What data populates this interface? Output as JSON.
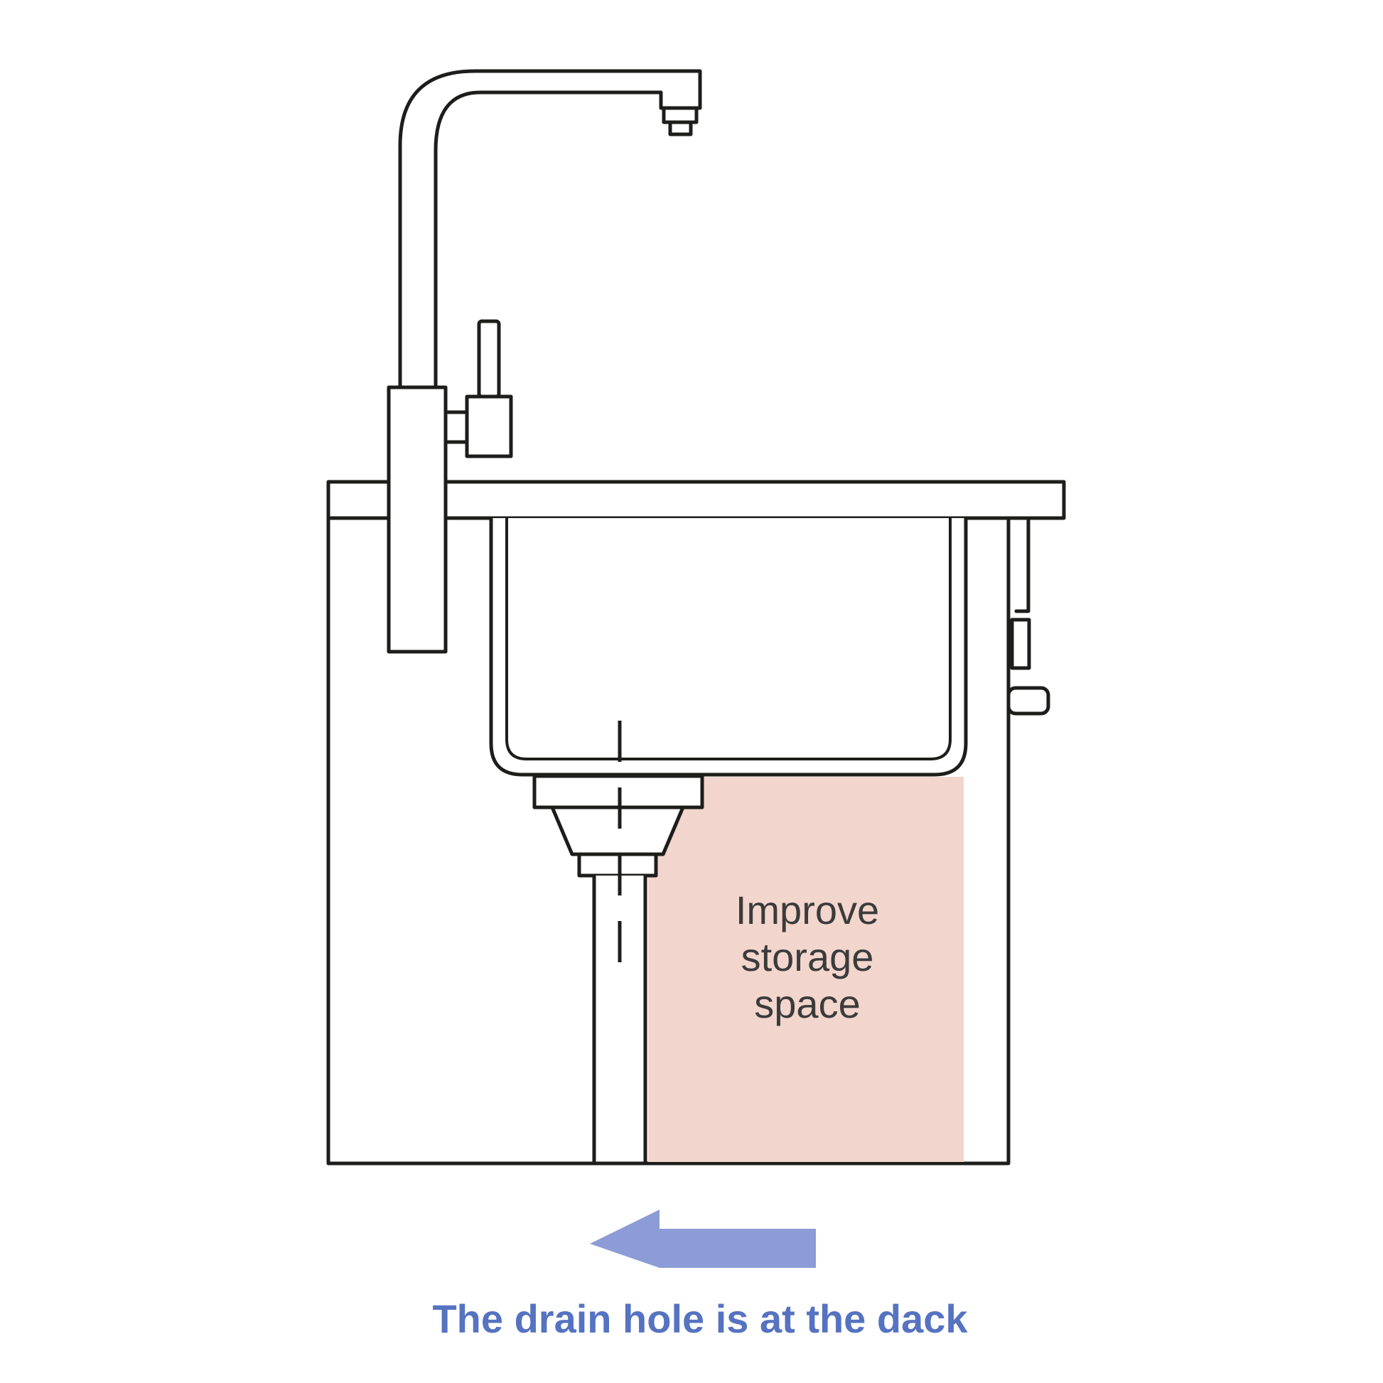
{
  "storage_label": {
    "line1": "Improve",
    "line2": "storage",
    "line3": "space"
  },
  "caption": {
    "text": "The drain hole is at the dack"
  },
  "icons": {
    "direction_arrow": "left-arrow"
  },
  "colors": {
    "highlight": "#f2d5cc",
    "arrow": "#8c9cd6",
    "caption": "#5673c1",
    "label": "#3b3b3b"
  }
}
